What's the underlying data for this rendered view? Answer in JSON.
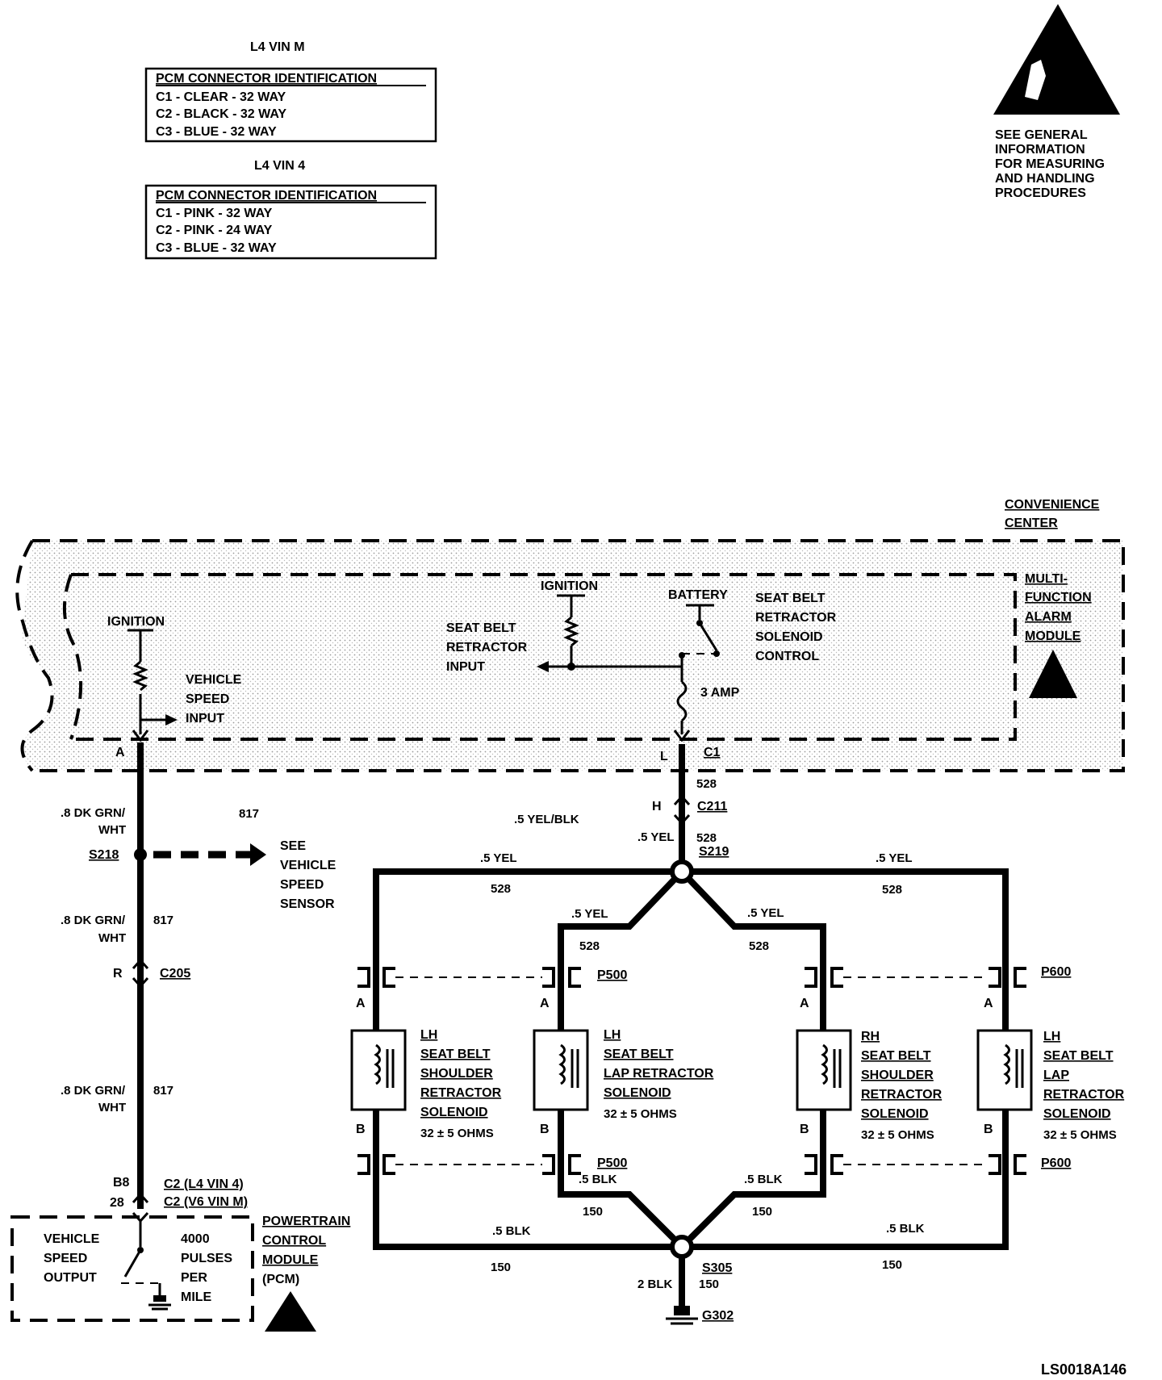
{
  "pcm_tables": [
    {
      "heading": "L4 VIN M",
      "title": "PCM CONNECTOR IDENTIFICATION",
      "rows": [
        "C1 - CLEAR - 32 WAY",
        "C2 - BLACK - 32 WAY",
        "C3 - BLUE - 32 WAY"
      ]
    },
    {
      "heading": "L4 VIN 4",
      "title": "PCM CONNECTOR IDENTIFICATION",
      "rows": [
        "C1 - PINK - 32 WAY",
        "C2 - PINK - 24 WAY",
        "C3 - BLUE - 32 WAY"
      ]
    }
  ],
  "esd_note": [
    "SEE GENERAL",
    "INFORMATION",
    "FOR MEASURING",
    "AND HANDLING",
    "PROCEDURES"
  ],
  "convenience_center": [
    "CONVENIENCE",
    "CENTER"
  ],
  "alarm_module": [
    "MULTI-",
    "FUNCTION",
    "ALARM",
    "MODULE"
  ],
  "module_labels": {
    "ignition_left": "IGNITION",
    "vehicle_speed_input": [
      "VEHICLE",
      "SPEED",
      "INPUT"
    ],
    "ignition_mid": "IGNITION",
    "battery": "BATTERY",
    "seat_belt_input": [
      "SEAT BELT",
      "RETRACTOR",
      "INPUT"
    ],
    "seat_belt_control": [
      "SEAT BELT",
      "RETRACTOR",
      "SOLENOID",
      "CONTROL"
    ],
    "fuse": "3 AMP",
    "pin_a": "A",
    "pin_l": "L",
    "conn_c1": "C1"
  },
  "left_wire": {
    "gauge1": [
      ".8 DK GRN/",
      "WHT"
    ],
    "circuit1": "817",
    "splice": "S218",
    "see_sensor": [
      "SEE",
      "VEHICLE",
      "SPEED",
      "SENSOR"
    ],
    "gauge2": [
      ".8 DK GRN/",
      "WHT"
    ],
    "circuit2": "817",
    "pin_r": "R",
    "conn_c205": "C205",
    "gauge3": [
      ".8 DK GRN/",
      "WHT"
    ],
    "circuit3": "817",
    "pin_b8": "B8",
    "pin_28": "28",
    "c2_l4": "C2 (L4 VIN 4)",
    "c2_v6": "C2  (V6 VIN M)"
  },
  "pcm": {
    "vso": [
      "VEHICLE",
      "SPEED",
      "OUTPUT"
    ],
    "pulses": [
      "4000",
      "PULSES",
      "PER",
      "MILE"
    ],
    "label": [
      "POWERTRAIN",
      "CONTROL",
      "MODULE",
      "(PCM)"
    ]
  },
  "center_wire": {
    "c528_top": "528",
    "pin_h": "H",
    "conn_c211": "C211",
    "yel_blk": ".5 YEL/BLK",
    "yel": ".5 YEL",
    "c528_mid": "528",
    "splice_s219": "S219"
  },
  "branches": {
    "yel_left": ".5 YEL",
    "c528_left": "528",
    "yel_inner_left": ".5 YEL",
    "c528_inner_left": "528",
    "yel_inner_right": ".5 YEL",
    "c528_inner_right": "528",
    "yel_right": ".5 YEL",
    "c528_right": "528",
    "blk_left": ".5 BLK",
    "c150_left": "150",
    "blk_inner_left": ".5 BLK",
    "c150_inner_left": "150",
    "blk_inner_right": ".5 BLK",
    "c150_inner_right": "150",
    "blk_right": ".5 BLK",
    "c150_right": "150"
  },
  "connectors": {
    "p500_top": "P500",
    "p600_top": "P600",
    "p500_bot": "P500",
    "p600_bot": "P600",
    "pin_a": "A",
    "pin_b": "B"
  },
  "solenoids": [
    {
      "lines": [
        "LH",
        "SEAT BELT",
        "SHOULDER",
        "RETRACTOR",
        "SOLENOID"
      ],
      "ohms": "32 ± 5 OHMS"
    },
    {
      "lines": [
        "LH",
        "SEAT BELT",
        "LAP RETRACTOR",
        "SOLENOID"
      ],
      "ohms": "32 ± 5 OHMS"
    },
    {
      "lines": [
        "RH",
        "SEAT BELT",
        "SHOULDER",
        "RETRACTOR",
        "SOLENOID"
      ],
      "ohms": "32 ± 5 OHMS"
    },
    {
      "lines": [
        "LH",
        "SEAT BELT",
        "LAP",
        "RETRACTOR",
        "SOLENOID"
      ],
      "ohms": "32 ± 5 OHMS"
    }
  ],
  "ground": {
    "splice": "S305",
    "gauge": "2 BLK",
    "circuit": "150",
    "ground": "G302"
  },
  "figure_id": "LS0018A146"
}
